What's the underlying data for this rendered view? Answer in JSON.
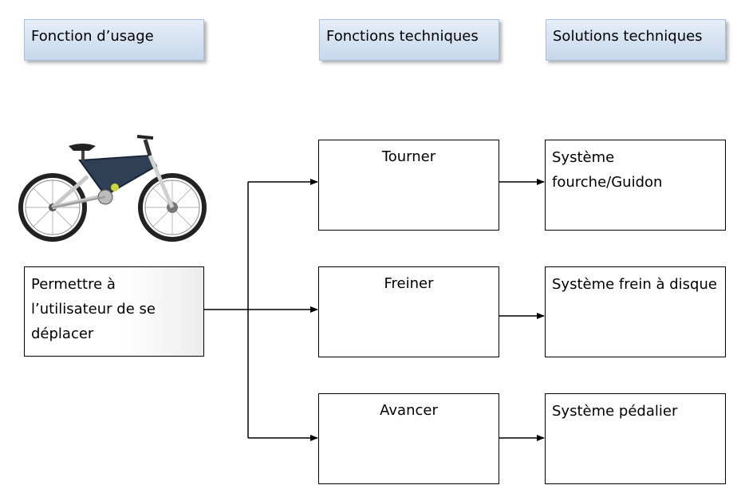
{
  "headers": {
    "usage": "Fonction d’usage",
    "technical_functions": "Fonctions techniques",
    "technical_solutions": "Solutions techniques"
  },
  "usage_function": "Permettre à l’utilisateur de se déplacer",
  "functions": [
    {
      "label": "Tourner",
      "solution": "Système fourche/Guidon"
    },
    {
      "label": "Freiner",
      "solution": "Système frein à disque"
    },
    {
      "label": "Avancer",
      "solution": "Système pédalier"
    }
  ]
}
